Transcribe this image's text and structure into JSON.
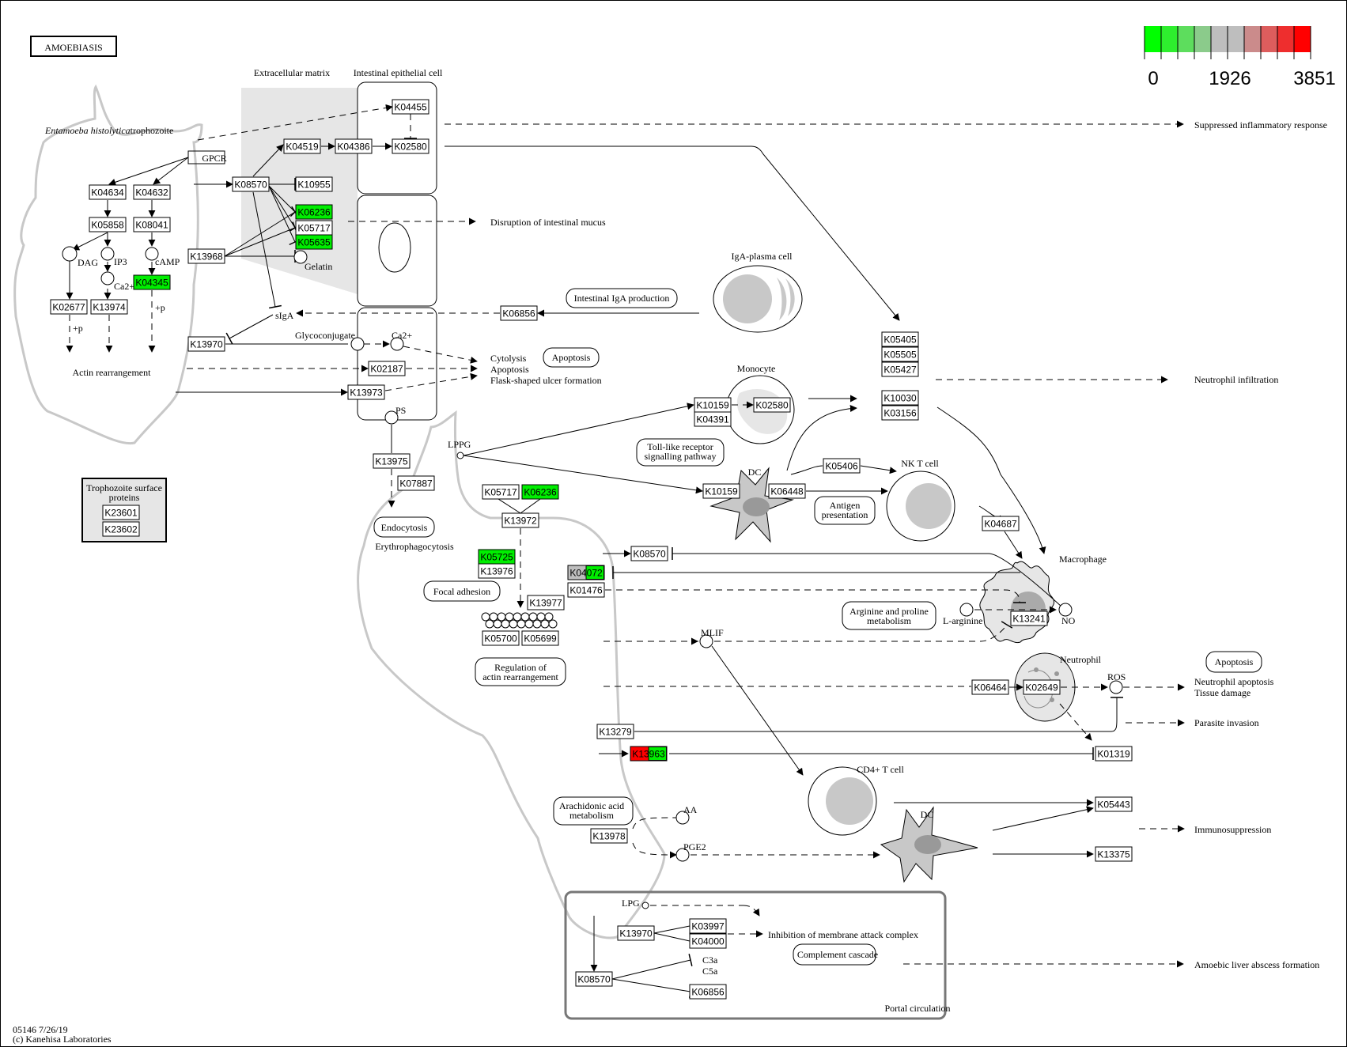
{
  "title": "AMOEBIASIS",
  "footer": {
    "line1": "05146 7/26/19",
    "line2": "(c) Kanehisa Laboratories"
  },
  "legend": {
    "colors": [
      "#00ff00",
      "#2eee2e",
      "#5ddd5d",
      "#8bcb8b",
      "#bebebe",
      "#bebebe",
      "#cb8b8b",
      "#dd5d5d",
      "#ee2e2e",
      "#ff0000"
    ],
    "min": "0",
    "mid": "1926",
    "max": "3851"
  },
  "colors": {
    "white": "#ffffff",
    "green": "#00ee00",
    "grey": "#bebebe",
    "red": "#ff0000",
    "region": "#e6e6e6",
    "cellGrey": "#c8c8c8",
    "dcBody": "#c8c8c8",
    "dcNucleus": "#999999"
  },
  "labels": {
    "ecm": "Extracellular matrix",
    "iec": "Intestinal epithelial cell",
    "trophozoite_italic": "Entamoeba histolytica",
    "trophozoite": "trophozoite",
    "gpcr": "GPCR",
    "dag": "DAG",
    "ip3": "IP3",
    "camp": "cAMP",
    "ca": "Ca2+",
    "ca2": "Ca2+",
    "plus_p1": "+p",
    "plus_p2": "+p",
    "gelatin": "Gelatin",
    "siga": "sIgA",
    "glycoconjugate": "Glycoconjugate",
    "actin": "Actin rearrangement",
    "ps": "PS",
    "lppg": "LPPG",
    "cytolysis": "Cytolysis",
    "apoptosis_out": "Apoptosis",
    "flask": "Flask-shaped ulcer formation",
    "disruption": "Disruption of  intestinal mucus",
    "suppressed": "Suppressed inflammatory response",
    "iga_cell": "IgA-plasma cell",
    "monocyte": "Monocyte",
    "dc1": "DC",
    "dc2": "DC",
    "nkt": "NK T cell",
    "macrophage": "Macrophage",
    "neutrophil": "Neutrophil",
    "cd4": "CD4+ T cell",
    "neutrophil_infiltration": "Neutrophil infiltration",
    "l_arginine": "L-arginine",
    "no": "NO",
    "mlif": "MLIF",
    "ros": "ROS",
    "neutrophil_apoptosis": "Neutrophil apoptosis",
    "tissue_damage": "Tissue damage",
    "parasite_invasion": "Parasite invasion",
    "immunosuppression": "Immunosuppression",
    "aa": "AA",
    "pge2": "PGE2",
    "lpg": "LPG",
    "inhibition_mac": "Inhibition of membrane attack complex",
    "c3a": "C3a",
    "c5a": "C5a",
    "portal": "Portal circulation",
    "liver_abscess": "Amoebic liver abscess formation",
    "endocytosis_sub": "Erythrophagocytosis",
    "surface_title1": "Trophozoite surface",
    "surface_title2": "proteins"
  },
  "pathways": {
    "iga_production": "Intestinal IgA production",
    "apoptosis1": "Apoptosis",
    "tlr1": "Toll-like receptor",
    "tlr2": "signalling pathway",
    "antigen1": "Antigen",
    "antigen2": "presentation",
    "endocytosis": "Endocytosis",
    "focal": "Focal adhesion",
    "reg1": "Regulation of",
    "reg2": "actin rearrangement",
    "arg1": "Arginine and proline",
    "arg2": "metabolism",
    "apoptosis2": "Apoptosis",
    "arach1": "Arachidonic acid",
    "arach2": "metabolism",
    "complement": "Complement cascade"
  },
  "genes": {
    "K04455": {
      "label": "K04455",
      "fill": "white"
    },
    "K04519": {
      "label": "K04519",
      "fill": "white"
    },
    "K04386": {
      "label": "K04386",
      "fill": "white"
    },
    "K02580a": {
      "label": "K02580",
      "fill": "white"
    },
    "K08570a": {
      "label": "K08570",
      "fill": "white"
    },
    "K10955": {
      "label": "K10955",
      "fill": "white"
    },
    "K06236a": {
      "label": "K06236",
      "fill": "green"
    },
    "K05717a": {
      "label": "K05717",
      "fill": "white"
    },
    "K05635": {
      "label": "K05635",
      "fill": "green"
    },
    "K13968": {
      "label": "K13968",
      "fill": "white"
    },
    "K04634": {
      "label": "K04634",
      "fill": "white"
    },
    "K04632": {
      "label": "K04632",
      "fill": "white"
    },
    "K05858": {
      "label": "K05858",
      "fill": "white"
    },
    "K08041": {
      "label": "K08041",
      "fill": "white"
    },
    "K04345": {
      "label": "K04345",
      "fill": "green"
    },
    "K02677": {
      "label": "K02677",
      "fill": "white"
    },
    "K13974": {
      "label": "K13974",
      "fill": "white"
    },
    "K13970a": {
      "label": "K13970",
      "fill": "white"
    },
    "K06856a": {
      "label": "K06856",
      "fill": "white"
    },
    "K02187": {
      "label": "K02187",
      "fill": "white"
    },
    "K13973": {
      "label": "K13973",
      "fill": "white"
    },
    "K13975": {
      "label": "K13975",
      "fill": "white"
    },
    "K07887": {
      "label": "K07887",
      "fill": "white"
    },
    "K23601": {
      "label": "K23601",
      "fill": "white"
    },
    "K23602": {
      "label": "K23602",
      "fill": "white"
    },
    "K05717b": {
      "label": "K05717",
      "fill": "white"
    },
    "K06236b": {
      "label": "K06236",
      "fill": "green"
    },
    "K13972": {
      "label": "K13972",
      "fill": "white"
    },
    "K05725": {
      "label": "K05725",
      "fill": "green"
    },
    "K13976": {
      "label": "K13976",
      "fill": "white"
    },
    "K13977": {
      "label": "K13977",
      "fill": "white"
    },
    "K05700": {
      "label": "K05700",
      "fill": "white"
    },
    "K05699": {
      "label": "K05699",
      "fill": "white"
    },
    "K08570b": {
      "label": "K08570",
      "fill": "white"
    },
    "K04072": {
      "label": "K04072",
      "fill": "grey",
      "split": "green"
    },
    "K01476": {
      "label": "K01476",
      "fill": "white"
    },
    "K10159a": {
      "label": "K10159",
      "fill": "white"
    },
    "K04391": {
      "label": "K04391",
      "fill": "white"
    },
    "K02580b": {
      "label": "K02580",
      "fill": "white"
    },
    "K10159b": {
      "label": "K10159",
      "fill": "white"
    },
    "K06448": {
      "label": "K06448",
      "fill": "white"
    },
    "K05406": {
      "label": "K05406",
      "fill": "white"
    },
    "K05405": {
      "label": "K05405",
      "fill": "white"
    },
    "K05505": {
      "label": "K05505",
      "fill": "white"
    },
    "K05427": {
      "label": "K05427",
      "fill": "white"
    },
    "K10030": {
      "label": "K10030",
      "fill": "white"
    },
    "K03156": {
      "label": "K03156",
      "fill": "white"
    },
    "K04687": {
      "label": "K04687",
      "fill": "white"
    },
    "K13241": {
      "label": "K13241",
      "fill": "white"
    },
    "K06464": {
      "label": "K06464",
      "fill": "white"
    },
    "K02649": {
      "label": "K02649",
      "fill": "white"
    },
    "K13279": {
      "label": "K13279",
      "fill": "white"
    },
    "K13963": {
      "label": "K13963",
      "fill": "red",
      "split": "green"
    },
    "K01319": {
      "label": "K01319",
      "fill": "white"
    },
    "K05443": {
      "label": "K05443",
      "fill": "white"
    },
    "K13375": {
      "label": "K13375",
      "fill": "white"
    },
    "K13978": {
      "label": "K13978",
      "fill": "white"
    },
    "K13970b": {
      "label": "K13970",
      "fill": "white"
    },
    "K03997": {
      "label": "K03997",
      "fill": "white"
    },
    "K04000": {
      "label": "K04000",
      "fill": "white"
    },
    "K08570c": {
      "label": "K08570",
      "fill": "white"
    },
    "K06856b": {
      "label": "K06856",
      "fill": "white"
    }
  }
}
